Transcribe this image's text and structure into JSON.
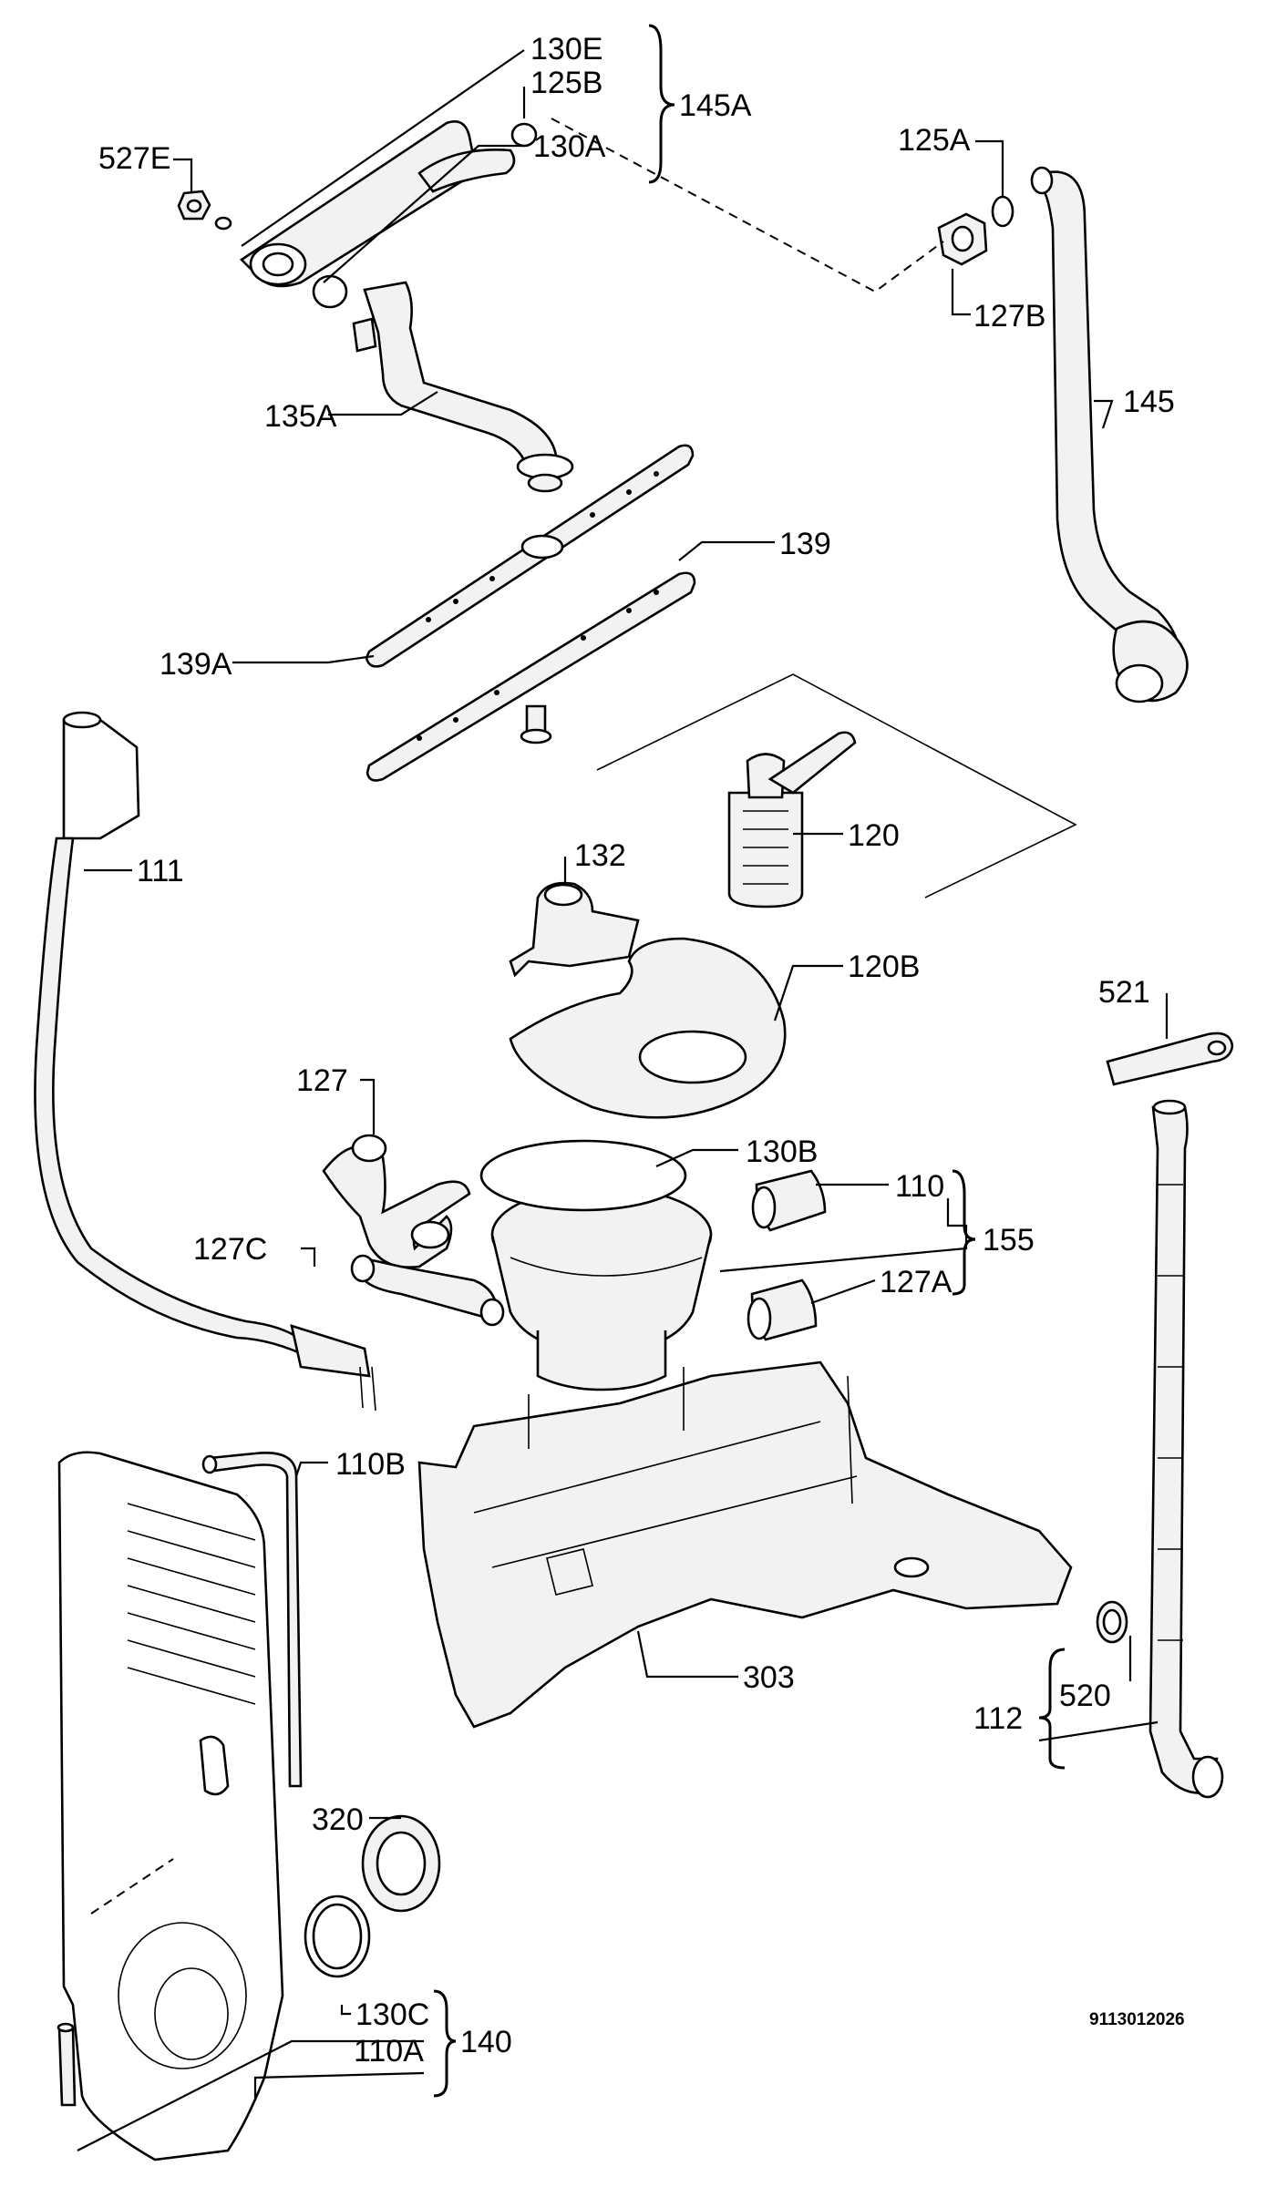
{
  "labels": {
    "p130E": "130E",
    "p125B": "125B",
    "p145A": "145A",
    "p130A": "130A",
    "p527E": "527E",
    "p125A": "125A",
    "p127B": "127B",
    "p145": "145",
    "p135A": "135A",
    "p139": "139",
    "p139A": "139A",
    "p111": "111",
    "p132": "132",
    "p120": "120",
    "p120B": "120B",
    "p521": "521",
    "p127": "127",
    "p130B": "130B",
    "p110": "110",
    "p155": "155",
    "p127C": "127C",
    "p127A": "127A",
    "p110B": "110B",
    "p303": "303",
    "p520": "520",
    "p112": "112",
    "p320": "320",
    "p130C": "130C",
    "p140": "140",
    "p110A": "110A"
  },
  "document_number": "9113012026"
}
